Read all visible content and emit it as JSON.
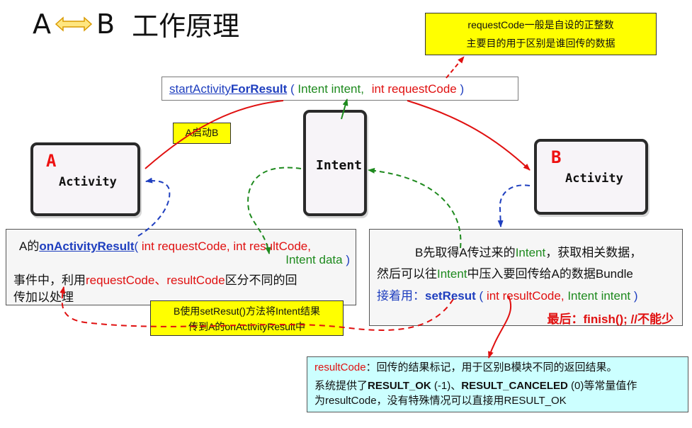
{
  "title": {
    "a": "A",
    "b": "B",
    "text": "工作原理"
  },
  "request_note": {
    "line1": "requestCode一般是自设的正整数",
    "line2": "主要目的用于区别是谁回传的数据"
  },
  "method": {
    "name_plain": "startActivity",
    "name_bold": "ForResult",
    "open": "(",
    "param1": "Intent intent",
    "comma": ",",
    "param2": "int requestCode",
    "close": ")"
  },
  "start_label": "A启动B",
  "card_a": {
    "letter": "A",
    "caption": "Activity"
  },
  "card_intent": {
    "caption": "Intent"
  },
  "card_b": {
    "letter": "B",
    "caption": "Activity"
  },
  "left_panel": {
    "prefix": "A的",
    "method": "onActivityResult",
    "open": "(",
    "p1": "int requestCode,",
    "p2": "int resultCode,",
    "p3": "Intent data",
    "close": ")",
    "l2a": "事件中，利用",
    "l2b": "requestCode、resultCode",
    "l2c": "区分不同的回",
    "l3": "传加以处理"
  },
  "right_panel": {
    "l1a": "B先取得A传过来的",
    "l1b": "Intent",
    "l1c": "，获取相关数据，",
    "l2a": "然后可以往",
    "l2b": "Intent",
    "l2c": "中压入要回传给A的数据Bundle",
    "l3a": "接着用：",
    "l3b": "setResut",
    "l3c": "(",
    "l3d": "int resultCode,",
    "l3e": "Intent intent",
    "l3f": ")",
    "l4": "最后：finish();  //不能少"
  },
  "setresult_note": {
    "line1": "B使用setResut()方法将Intent结果",
    "line2": "传到A的onActivityResult中"
  },
  "result_note": {
    "l1a": "resultCode",
    "l1b": "：回传的结果标记，用于区别B模块不同的返回结果。",
    "l2a": "系统提供了",
    "l2b": "RESULT_OK",
    "l2c": " (-1)、",
    "l2d": "RESULT_CANCELED",
    "l2e": " (0)等常量值作",
    "l3": "为resultCode，没有特殊情况可以直接用RESULT_OK"
  },
  "colors": {
    "red": "#e01010",
    "green": "#1e8a1e",
    "blue": "#1f3fbf",
    "yellow": "#ffff00",
    "cyan": "#ccffff"
  }
}
